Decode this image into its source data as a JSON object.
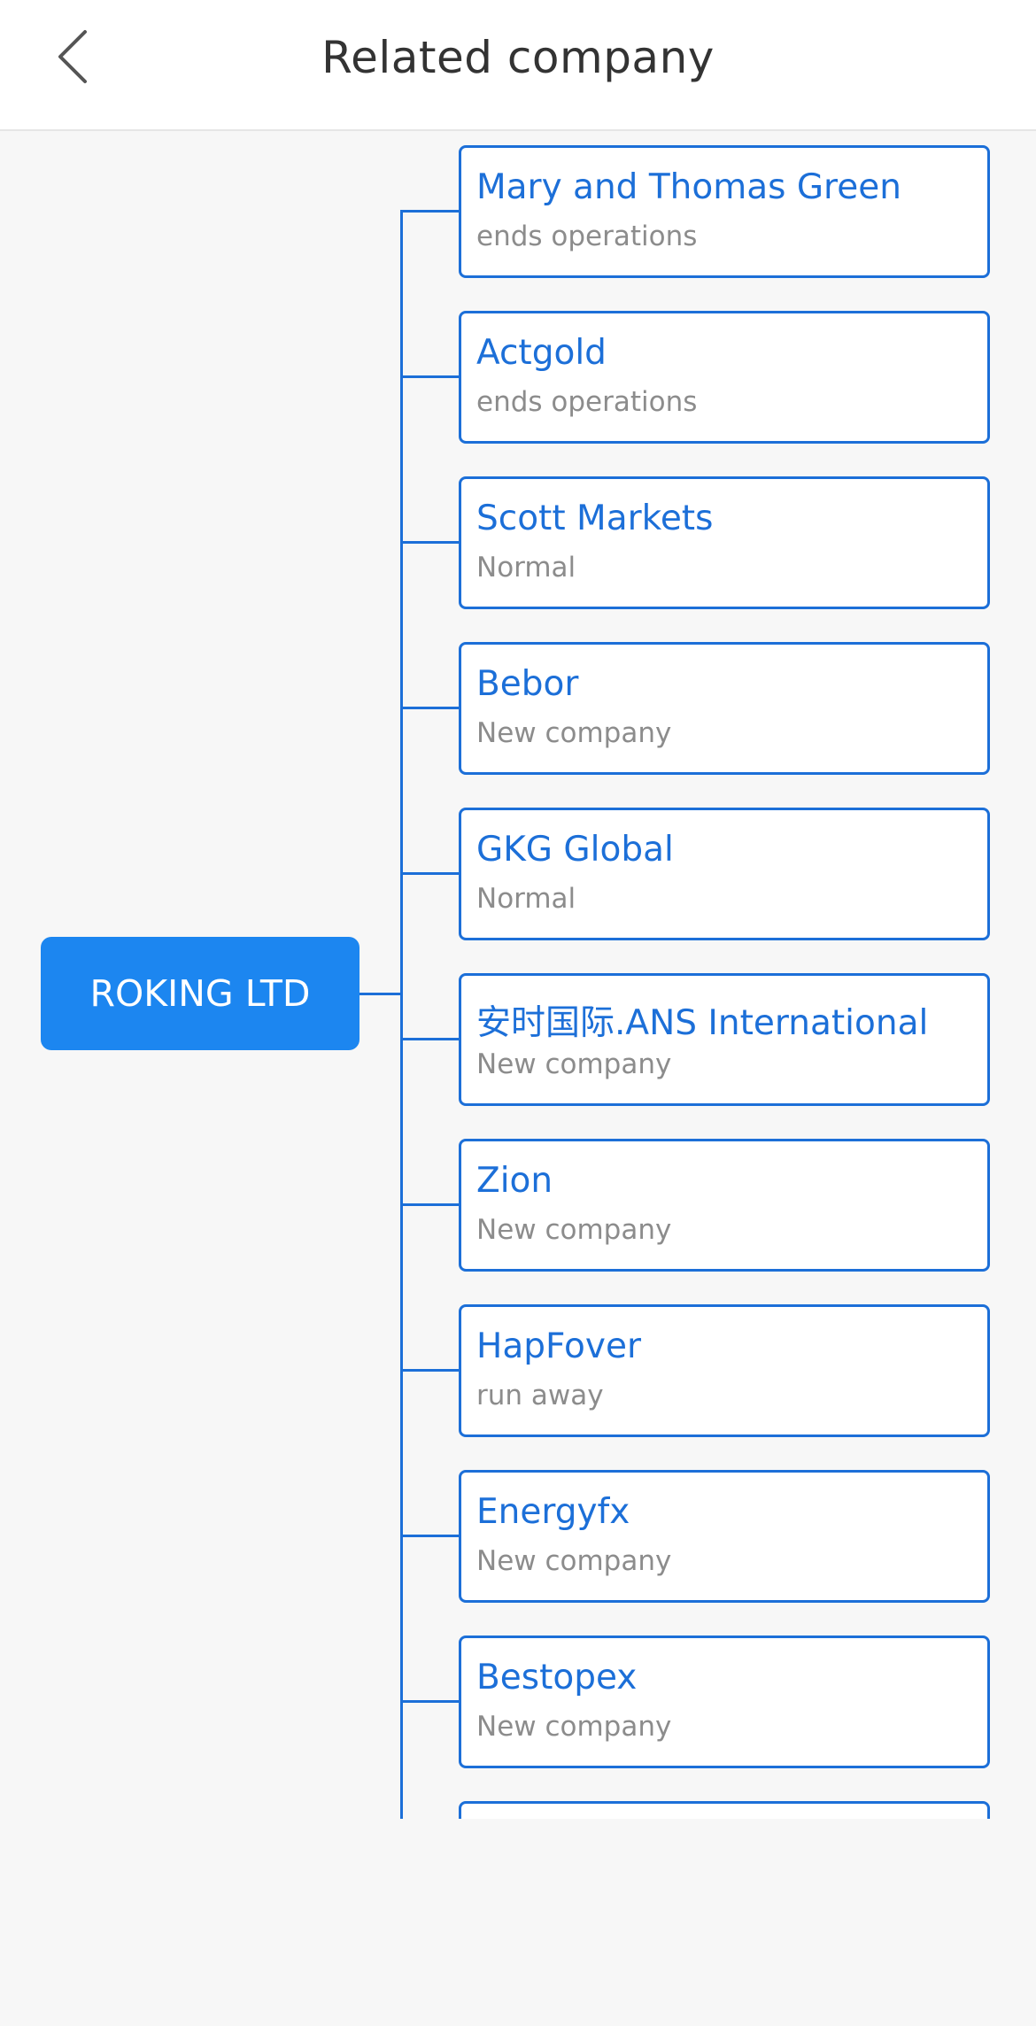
{
  "header": {
    "title": "Related company",
    "back_icon": "chevron-left-icon"
  },
  "root": {
    "name": "ROKING LTD",
    "color": "#1c86f0"
  },
  "colors": {
    "accent": "#1c6fd8",
    "status_text": "#8c8c8c",
    "background": "#f7f7f7"
  },
  "related": [
    {
      "name": "Mary and Thomas Green",
      "status": "ends operations"
    },
    {
      "name": "Actgold",
      "status": "ends operations"
    },
    {
      "name": "Scott Markets",
      "status": "Normal"
    },
    {
      "name": "Bebor",
      "status": "New company"
    },
    {
      "name": "GKG Global",
      "status": "Normal"
    },
    {
      "name": "安时国际.ANS International",
      "status": "New company"
    },
    {
      "name": "Zion",
      "status": "New company"
    },
    {
      "name": "HapFover",
      "status": "run away"
    },
    {
      "name": "Energyfx",
      "status": "New company"
    },
    {
      "name": "Bestopex",
      "status": "New company"
    },
    {
      "name": "",
      "status": ""
    }
  ]
}
